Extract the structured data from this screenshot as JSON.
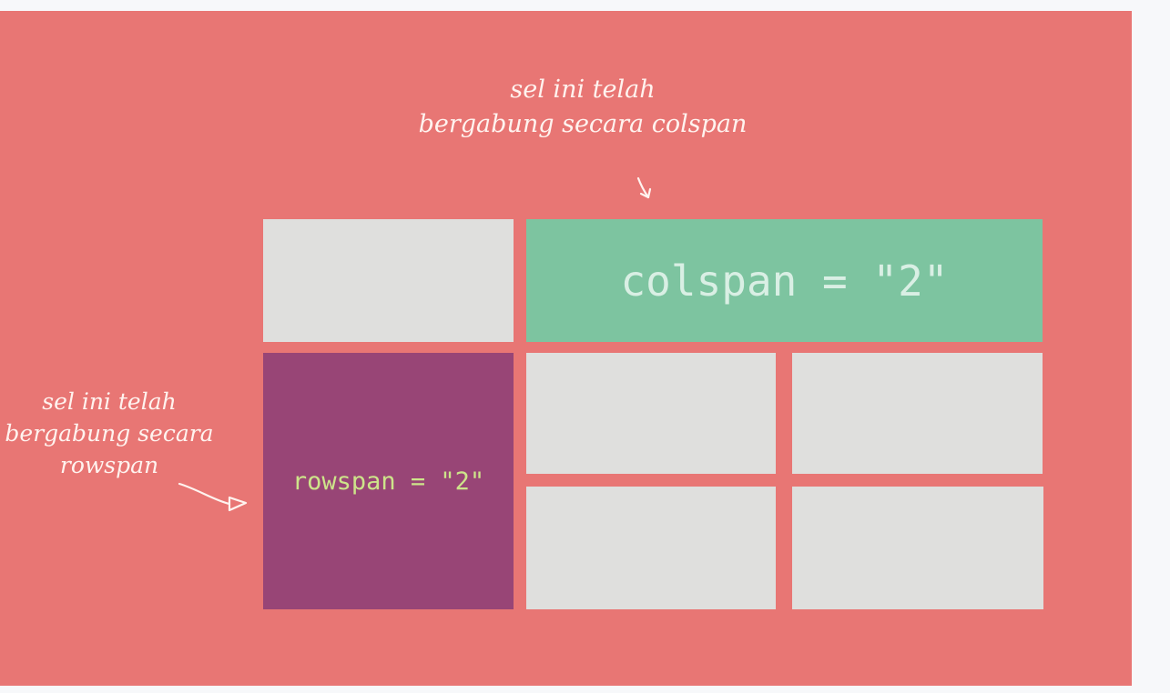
{
  "diagram": {
    "colspan_cell_label": "colspan = \"2\"",
    "rowspan_cell_label": "rowspan = \"2\"",
    "colspan_note": {
      "line1": "sel ini telah",
      "line2": "bergabung secara colspan"
    },
    "rowspan_note": {
      "line1": "sel ini telah",
      "line2": "bergabung secara",
      "line3": "rowspan"
    },
    "colors": {
      "background": "#e87674",
      "plain_cell": "#dfdfdd",
      "colspan_cell": "#7dc4a0",
      "rowspan_cell": "#984576",
      "annotation": "#fff3ef"
    }
  }
}
